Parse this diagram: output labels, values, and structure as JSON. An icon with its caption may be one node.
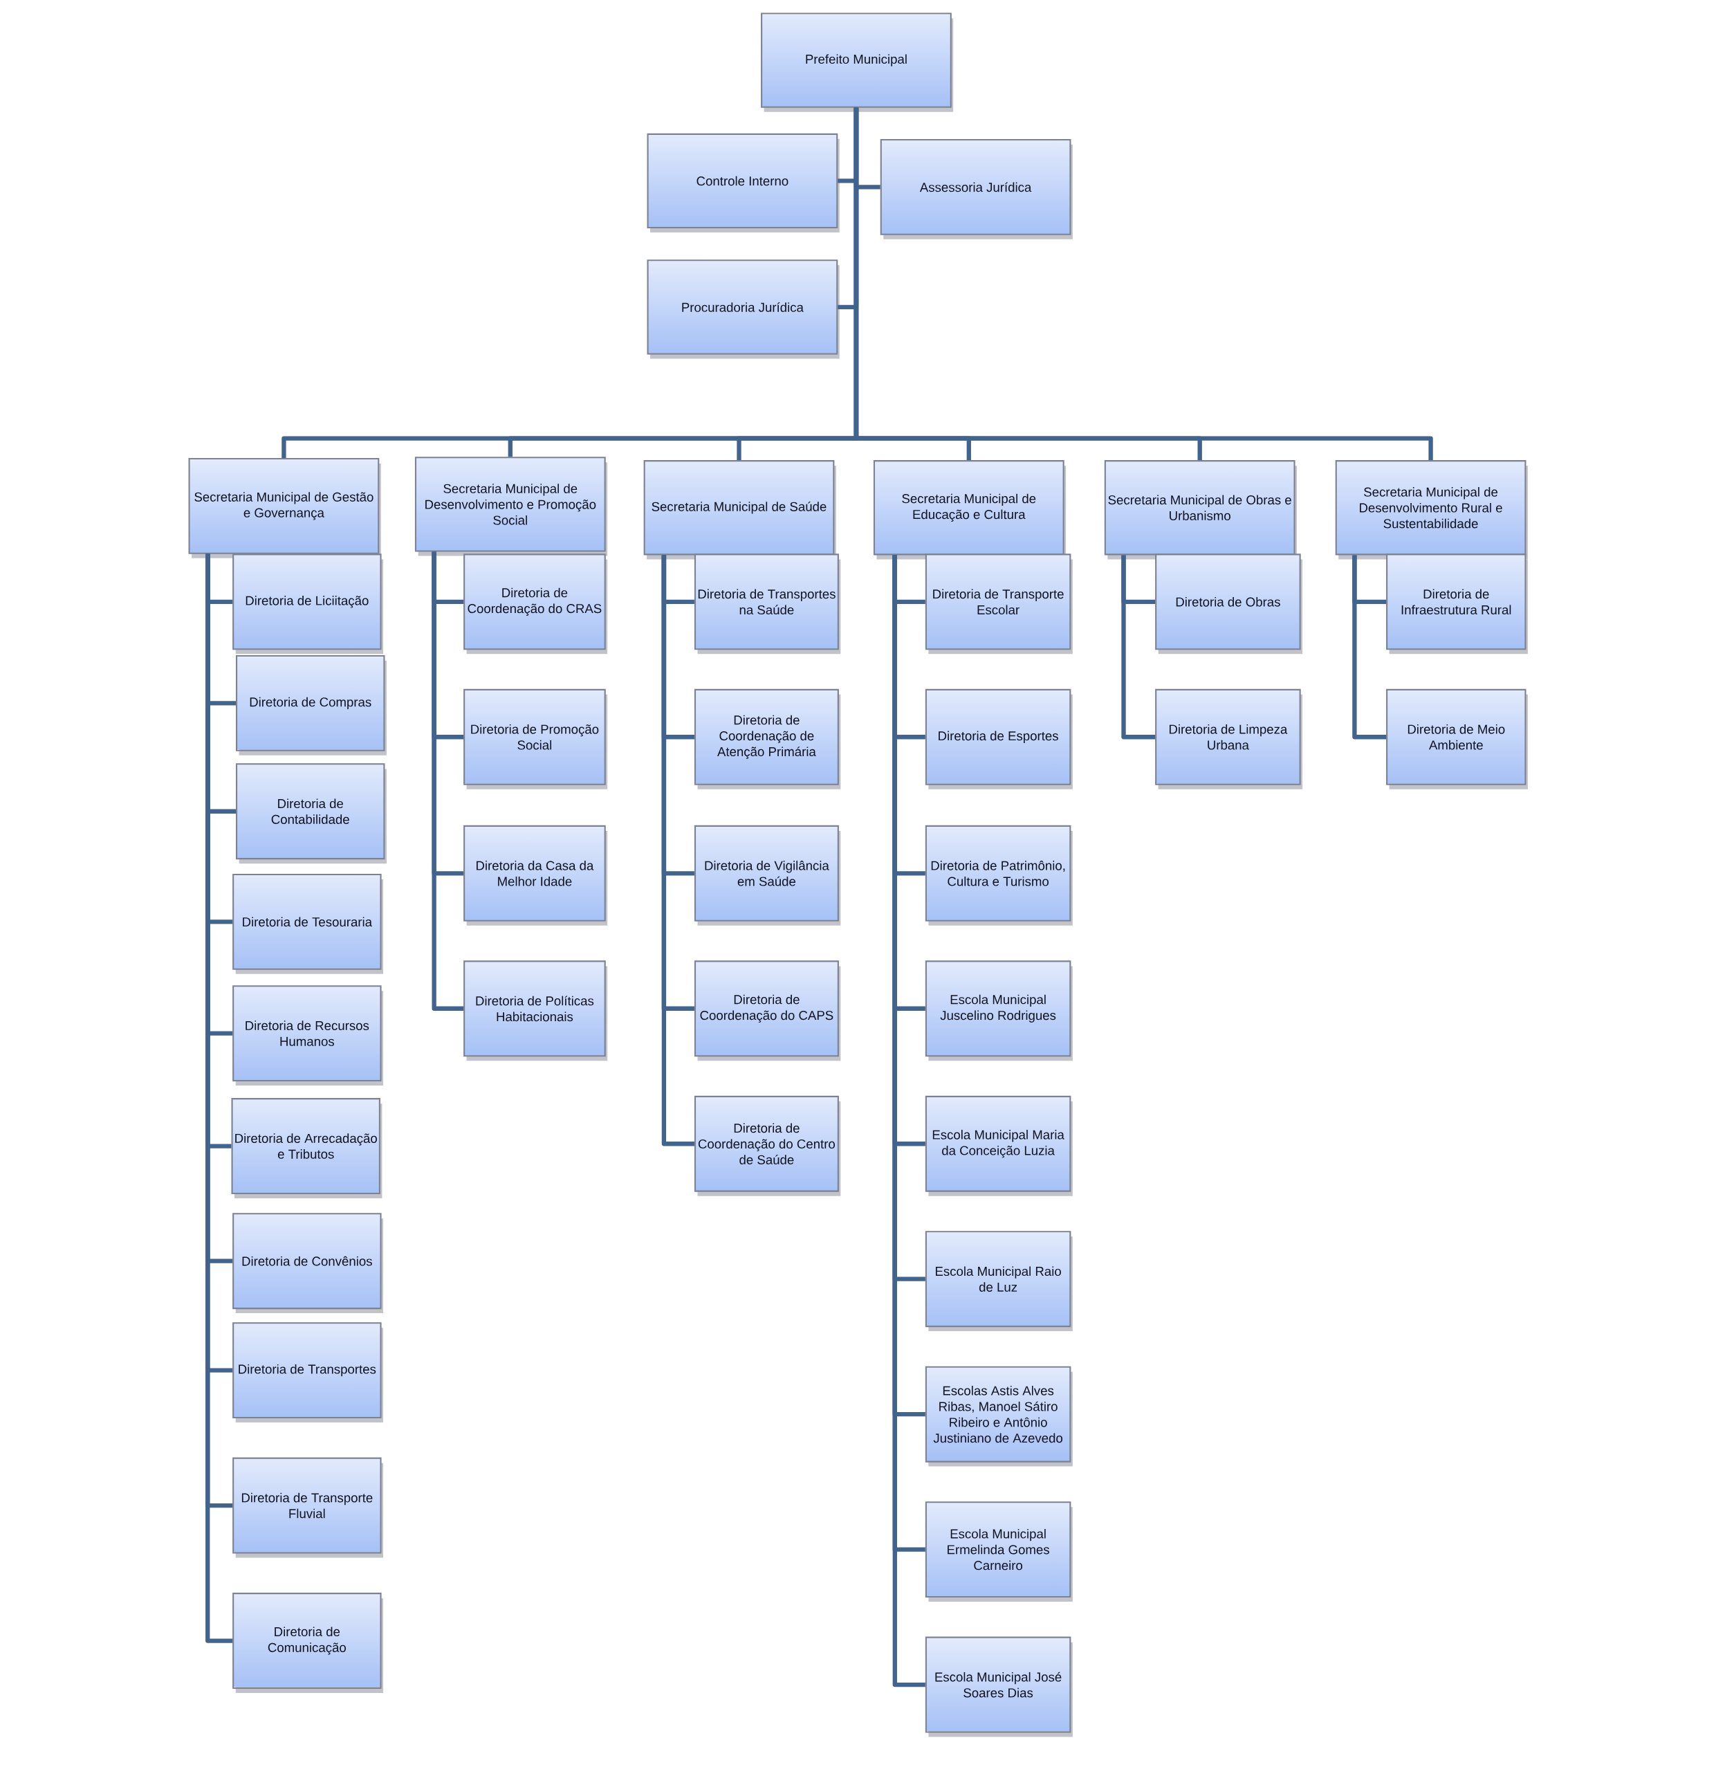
{
  "diagram": {
    "nodes": [
      {
        "text": [
          "Prefeito Municipal"
        ]
      },
      {
        "text": [
          "Controle Interno"
        ]
      },
      {
        "text": [
          "Assessoria Jurídica"
        ]
      },
      {
        "text": [
          "Procuradoria Jurídica"
        ]
      },
      {
        "text": [
          "Secretaria Municipal de Gestão e Governança"
        ]
      },
      {
        "text": [
          "Secretaria Municipal de Desenvolvimento e Promoção Social"
        ]
      },
      {
        "text": [
          "Secretaria Municipal de Saúde"
        ]
      },
      {
        "text": [
          "Secretaria Municipal de Educação e Cultura"
        ]
      },
      {
        "text": [
          "Secretaria Municipal de Obras e Urbanismo"
        ]
      },
      {
        "text": [
          "Secretaria Municipal de Desenvolvimento Rural e Sustentabilidade"
        ]
      },
      {
        "text": [
          "Diretoria de Liciitação"
        ]
      },
      {
        "text": [
          "Diretoria de Compras"
        ]
      },
      {
        "text": [
          "Diretoria de Contabilidade"
        ]
      },
      {
        "text": [
          "Diretoria de Tesouraria"
        ]
      },
      {
        "text": [
          "Diretoria de Recursos Humanos"
        ]
      },
      {
        "text": [
          "Diretoria de Arrecadação e Tributos"
        ]
      },
      {
        "text": [
          "Diretoria de Convênios"
        ]
      },
      {
        "text": [
          "Diretoria de Transportes"
        ]
      },
      {
        "text": [
          "Diretoria de Transporte Fluvial"
        ]
      },
      {
        "text": [
          "Diretoria de Comunicação"
        ]
      },
      {
        "text": [
          "Diretoria de Coordenação do CRAS"
        ]
      },
      {
        "text": [
          "Diretoria de Promoção Social"
        ]
      },
      {
        "text": [
          "Diretoria da Casa da Melhor Idade"
        ]
      },
      {
        "text": [
          "Diretoria de Políticas Habitacionais"
        ]
      },
      {
        "text": [
          "Diretoria de Transportes na Saúde"
        ]
      },
      {
        "text": [
          "Diretoria de Coordenação de Atenção Primária"
        ]
      },
      {
        "text": [
          "Diretoria de Vigilância em Saúde"
        ]
      },
      {
        "text": [
          "Diretoria de Coordenação do CAPS"
        ]
      },
      {
        "text": [
          "Diretoria de Coordenação do Centro de Saúde"
        ]
      },
      {
        "text": [
          "Diretoria de Transporte Escolar"
        ]
      },
      {
        "text": [
          "Diretoria de Esportes"
        ]
      },
      {
        "text": [
          "Diretoria de Patrimônio, Cultura e Turismo"
        ]
      },
      {
        "text": [
          "Escola Municipal Juscelino Rodrigues"
        ]
      },
      {
        "text": [
          "Escola Municipal Maria da Conceição Luzia"
        ]
      },
      {
        "text": [
          "Escola Municipal Raio de Luz"
        ]
      },
      {
        "text": [
          "Escolas Astis Alves Ribas, Manoel Sátiro Ribeiro e Antônio Justiniano de Azevedo"
        ]
      },
      {
        "text": [
          "Escola Municipal Ermelinda Gomes Carneiro"
        ]
      },
      {
        "text": [
          "Escola Municipal José Soares Dias"
        ]
      },
      {
        "text": [
          "Diretoria de Obras"
        ]
      },
      {
        "text": [
          "Diretoria de Limpeza Urbana"
        ]
      },
      {
        "text": [
          "Diretoria de Infraestrutura Rural"
        ]
      },
      {
        "text": [
          "Diretoria de Meio Ambiente"
        ]
      }
    ],
    "edges": [
      {
        "from": 0,
        "to": 1,
        "arrow": "none"
      },
      {
        "from": 0,
        "to": 2,
        "arrow": "none"
      },
      {
        "from": 0,
        "to": 3,
        "arrow": "none"
      },
      {
        "from": 0,
        "to": 4,
        "arrow": "none"
      },
      {
        "from": 0,
        "to": 5,
        "arrow": "none"
      },
      {
        "from": 0,
        "to": 6,
        "arrow": "none"
      },
      {
        "from": 0,
        "to": 7,
        "arrow": "none"
      },
      {
        "from": 0,
        "to": 8,
        "arrow": "none"
      },
      {
        "from": 0,
        "to": 9,
        "arrow": "none"
      },
      {
        "from": 4,
        "to": 10,
        "arrow": "none"
      },
      {
        "from": 4,
        "to": 11,
        "arrow": "none"
      },
      {
        "from": 4,
        "to": 12,
        "arrow": "none"
      },
      {
        "from": 4,
        "to": 13,
        "arrow": "none"
      },
      {
        "from": 4,
        "to": 14,
        "arrow": "none"
      },
      {
        "from": 4,
        "to": 15,
        "arrow": "none"
      },
      {
        "from": 4,
        "to": 16,
        "arrow": "none"
      },
      {
        "from": 4,
        "to": 17,
        "arrow": "none"
      },
      {
        "from": 4,
        "to": 18,
        "arrow": "none"
      },
      {
        "from": 4,
        "to": 19,
        "arrow": "none"
      },
      {
        "from": 5,
        "to": 20,
        "arrow": "none"
      },
      {
        "from": 5,
        "to": 21,
        "arrow": "none"
      },
      {
        "from": 5,
        "to": 22,
        "arrow": "none"
      },
      {
        "from": 5,
        "to": 23,
        "arrow": "none"
      },
      {
        "from": 6,
        "to": 24,
        "arrow": "none"
      },
      {
        "from": 6,
        "to": 25,
        "arrow": "none"
      },
      {
        "from": 6,
        "to": 26,
        "arrow": "none"
      },
      {
        "from": 6,
        "to": 27,
        "arrow": "none"
      },
      {
        "from": 6,
        "to": 28,
        "arrow": "none"
      },
      {
        "from": 7,
        "to": 29,
        "arrow": "none"
      },
      {
        "from": 7,
        "to": 30,
        "arrow": "none"
      },
      {
        "from": 7,
        "to": 31,
        "arrow": "none"
      },
      {
        "from": 7,
        "to": 32,
        "arrow": "none"
      },
      {
        "from": 7,
        "to": 33,
        "arrow": "none"
      },
      {
        "from": 7,
        "to": 34,
        "arrow": "none"
      },
      {
        "from": 7,
        "to": 35,
        "arrow": "none"
      },
      {
        "from": 7,
        "to": 36,
        "arrow": "none"
      },
      {
        "from": 7,
        "to": 37,
        "arrow": "none"
      },
      {
        "from": 8,
        "to": 38,
        "arrow": "none"
      },
      {
        "from": 8,
        "to": 39,
        "arrow": "none"
      },
      {
        "from": 9,
        "to": 40,
        "arrow": "none"
      },
      {
        "from": 9,
        "to": 41,
        "arrow": "none"
      }
    ]
  }
}
